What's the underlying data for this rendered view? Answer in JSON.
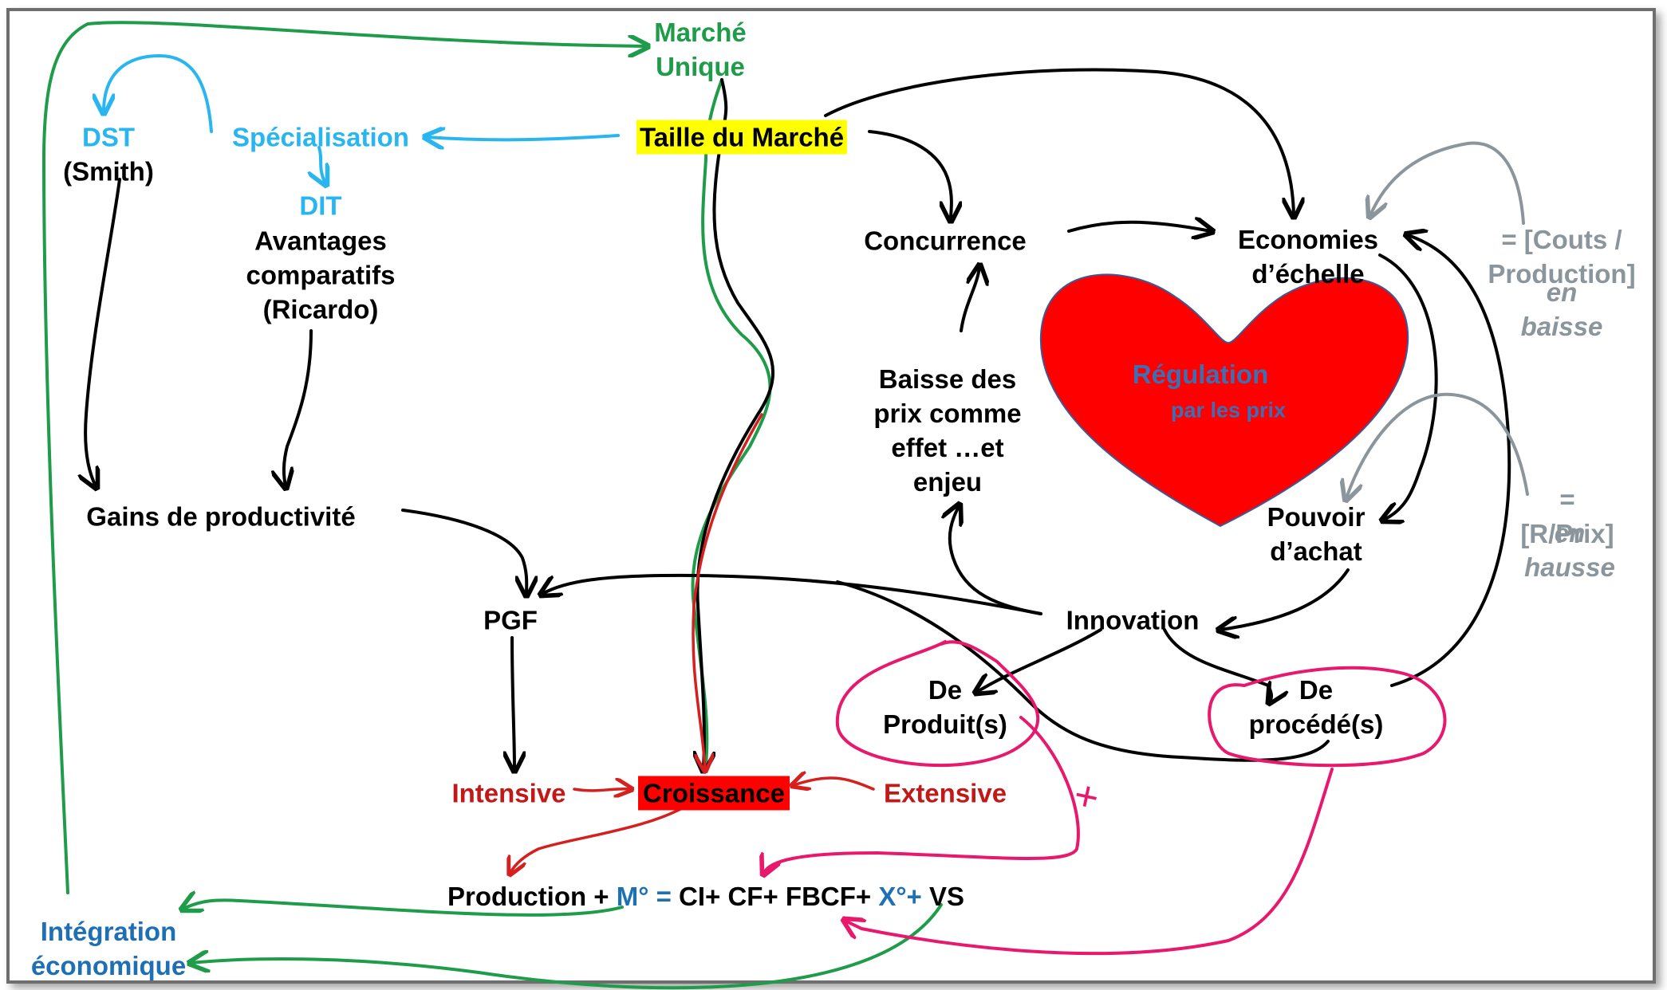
{
  "colors": {
    "green": "#1e9c4a",
    "light_blue": "#29b6f0",
    "black": "#000000",
    "red": "#c31818",
    "pink": "#e8186d",
    "grey": "#8a959c",
    "navy": "#1f6fb5",
    "heart": "#ff0000",
    "highlight_yellow": "#ffff00"
  },
  "nodes": {
    "marche_unique": "Marché\nUnique",
    "taille_marche": "Taille du Marché",
    "dst": "DST",
    "smith": "(Smith)",
    "specialisation": "Spécialisation",
    "dit": "DIT",
    "avantages": "Avantages\ncomparatifs\n(Ricardo)",
    "gains": "Gains de productivité",
    "pgf": "PGF",
    "concurrence": "Concurrence",
    "economies": "Economies\nd’échelle",
    "couts": "= [Couts /\nProduction]",
    "couts_trend": "en baisse",
    "baisse_prix": "Baisse des\nprix comme\neffet …et\nenjeu",
    "pouvoir": "Pouvoir\nd’achat",
    "r_prix": "= [R/Prix]",
    "r_prix_trend": "en hausse",
    "innovation": "Innovation",
    "de_produits": "De\nProduit(s)",
    "de_procedes": "De\nprocédé(s)",
    "intensive": "Intensive",
    "croissance": "Croissance",
    "extensive": "Extensive",
    "integration": "Intégration\néconomique",
    "cross_mark": "+"
  },
  "heart": {
    "title": "Régulation",
    "subtitle": "par les prix"
  },
  "equation": {
    "part1": "Production + ",
    "m": "M°",
    "eq": " = ",
    "part2": "CI+ CF+ FBCF+ ",
    "x": "X°+",
    "part3": " VS"
  }
}
